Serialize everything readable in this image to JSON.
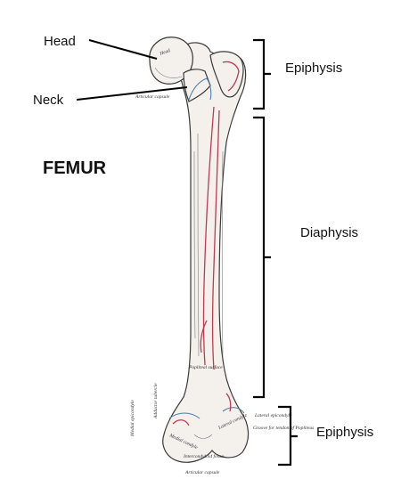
{
  "labels": {
    "head": "Head",
    "neck": "Neck",
    "title": "FEMUR",
    "epiphysis_top": "Epiphysis",
    "diaphysis": "Diaphysis",
    "epiphysis_bottom": "Epiphysis"
  },
  "engraving_labels": {
    "head": "Head",
    "articular_capsule_top": "Articular capsule",
    "articular_capsule_bottom": "Articular capsule",
    "popliteal_surface": "Popliteal surface",
    "lateral_epicondyle": "Lateral epicondyle",
    "medial_epicondyle": "Medial epicondyle",
    "lateral_condyle": "Lateral condyle",
    "medial_condyle": "Medial condyle",
    "adductor_tubercle": "Adductor tubercle",
    "groove_popliteus": "Groove for tendon of Popliteus",
    "intercondyloid": "Intercondyloid fossa"
  },
  "colors": {
    "ink": "#111111",
    "bone_fill": "#f4f1ec",
    "muscle_lines": "#c0394e",
    "capsule_lines": "#4f7fa8"
  }
}
